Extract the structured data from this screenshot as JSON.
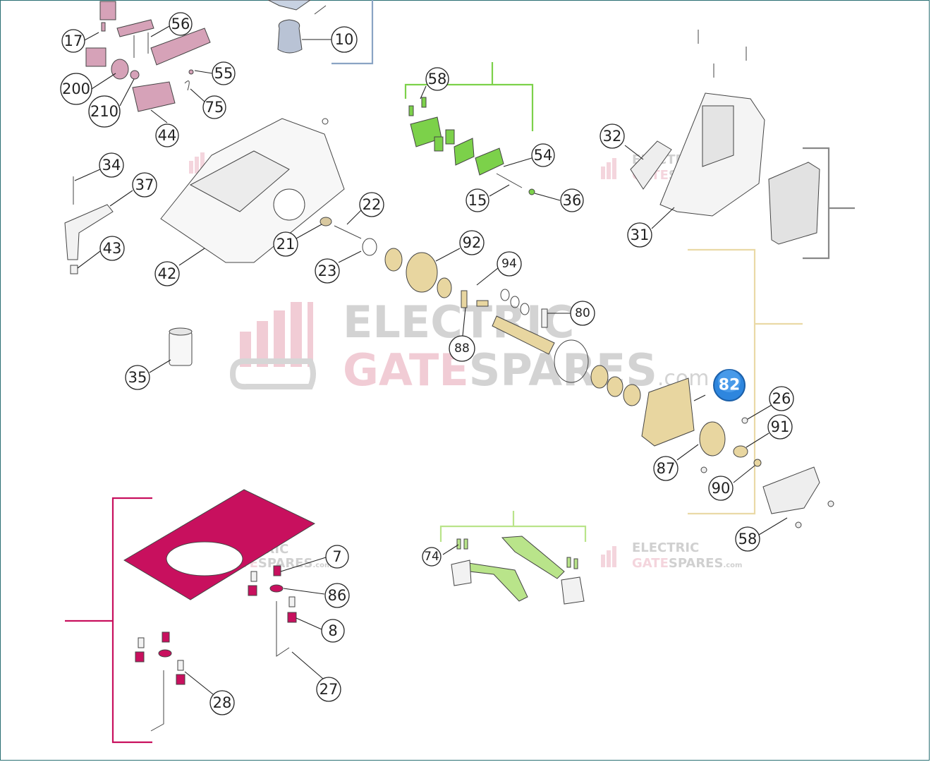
{
  "watermark": {
    "line1": "ELECTRIC",
    "line2_a": "GATE",
    "line2_b": "SPARES",
    "suffix": ".com"
  },
  "callouts": {
    "c17": "17",
    "c56": "56",
    "c10": "10",
    "c200": "200",
    "c55": "55",
    "c210": "210",
    "c75": "75",
    "c44": "44",
    "c58a": "58",
    "c54": "54",
    "c15": "15",
    "c36": "36",
    "c32": "32",
    "c31": "31",
    "c34": "34",
    "c37": "37",
    "c43": "43",
    "c42": "42",
    "c21": "21",
    "c22": "22",
    "c23": "23",
    "c92": "92",
    "c94": "94",
    "c80": "80",
    "c88": "88",
    "c35": "35",
    "c82": "82",
    "c26": "26",
    "c91": "91",
    "c87": "87",
    "c90": "90",
    "c58b": "58",
    "c7": "7",
    "c86": "86",
    "c8": "8",
    "c27": "27",
    "c28": "28",
    "c74": "74"
  },
  "colors": {
    "pink": "#d6a2b8",
    "magenta": "#c8105e",
    "green": "#7cd14a",
    "lime": "#b9e48a",
    "tan": "#e8d6a0",
    "tan_line": "#ead9a6",
    "blue_group": "#8aa4c4",
    "gray_group": "#888888",
    "badge_blue": "#2e86de"
  }
}
